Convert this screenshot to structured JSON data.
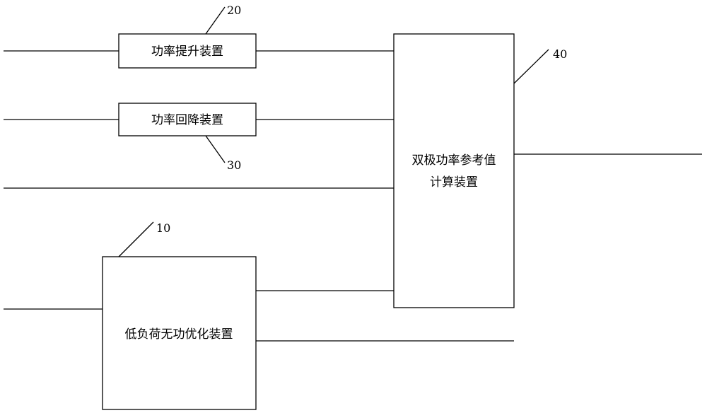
{
  "blocks": {
    "power_boost": {
      "label": "功率提升装置",
      "ref": "20"
    },
    "power_fallback": {
      "label": "功率回降装置",
      "ref": "30"
    },
    "low_load_reactive": {
      "label": "低负荷无功优化装置",
      "ref": "10"
    },
    "bipolar_calc": {
      "label_line1": "双极功率参考值",
      "label_line2": "计算装置",
      "ref": "40"
    }
  }
}
